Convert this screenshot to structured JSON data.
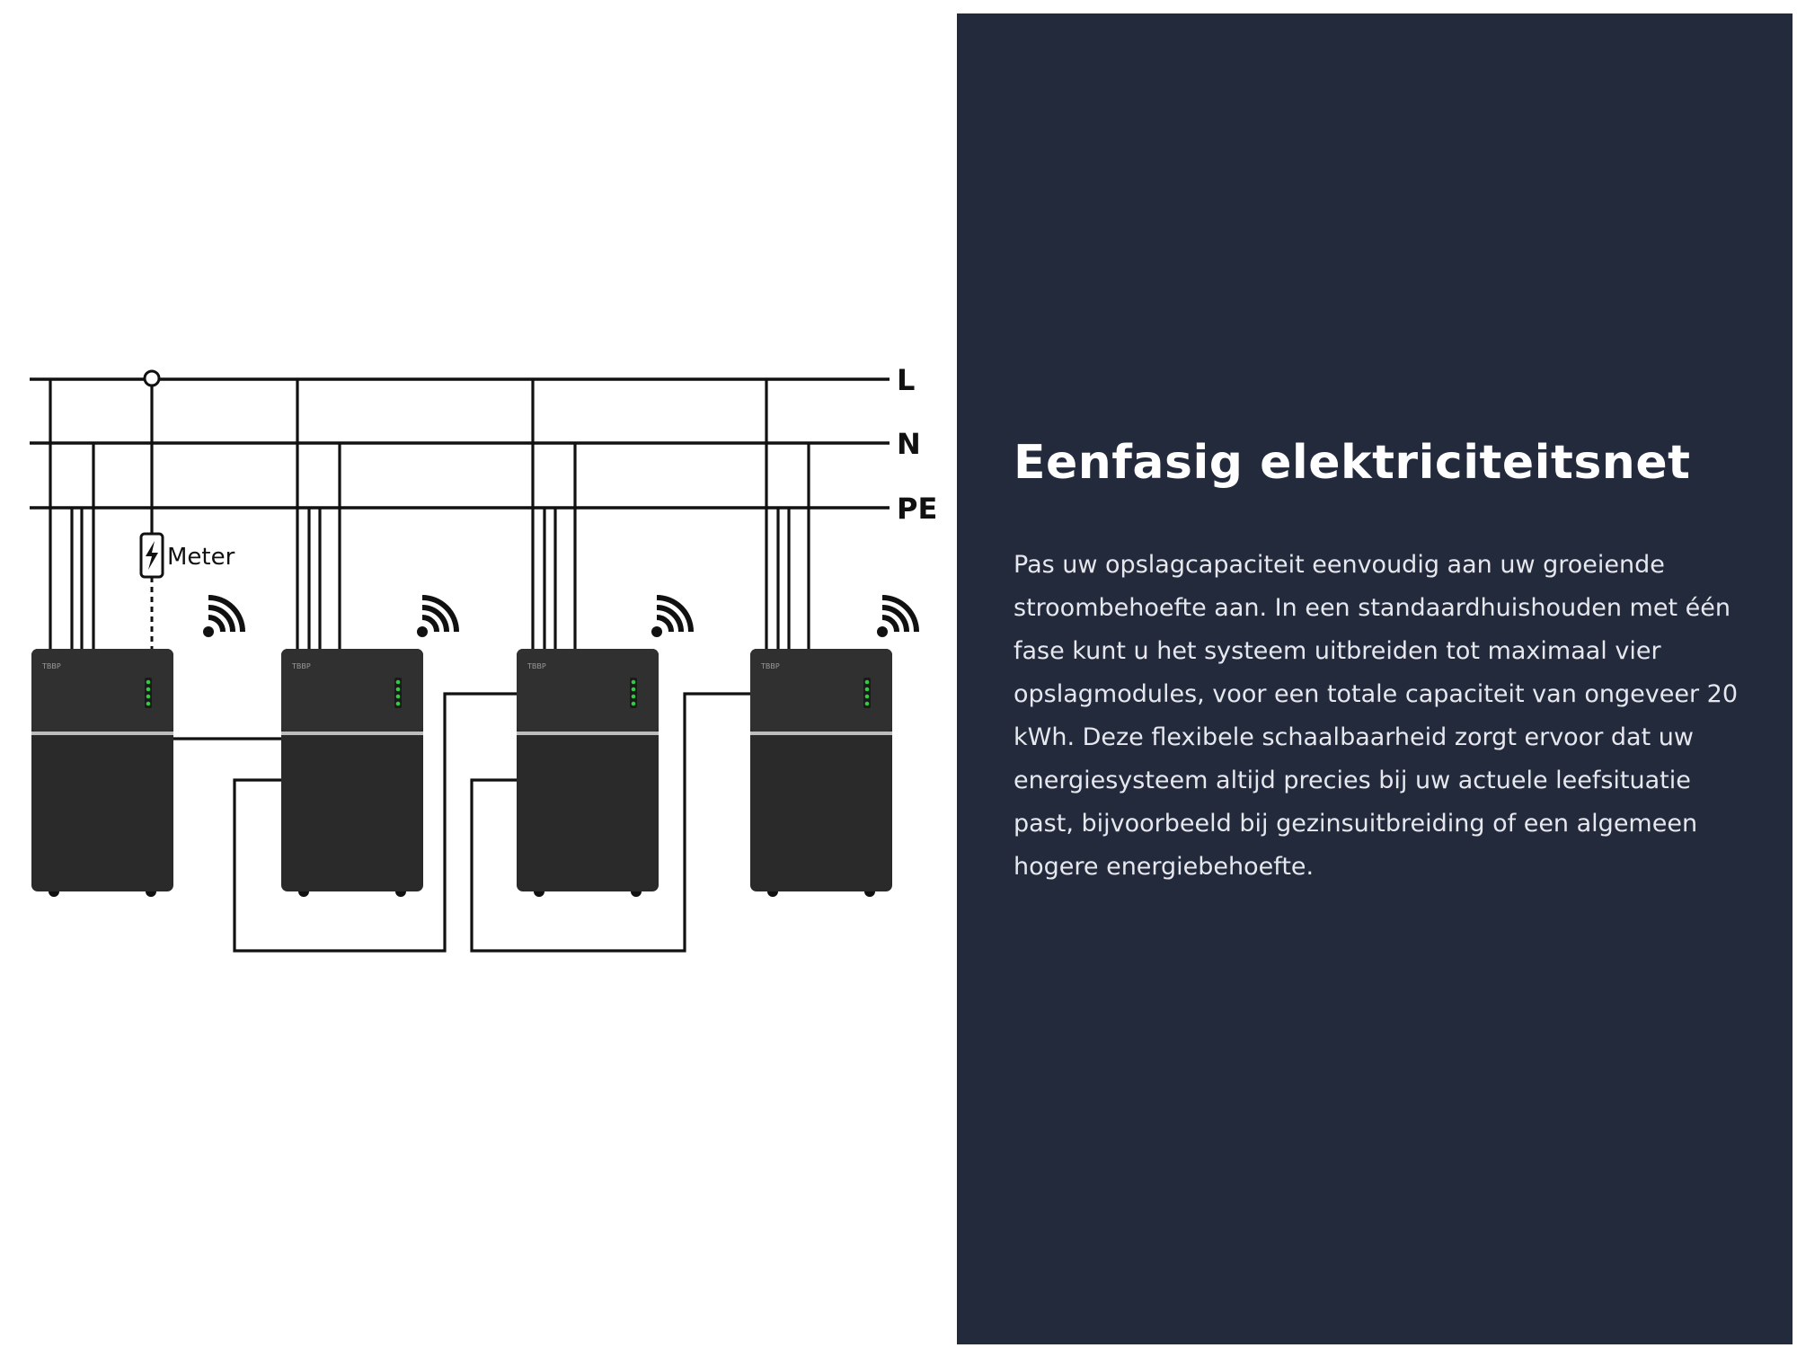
{
  "diagram": {
    "bus_lines": [
      {
        "label": "L"
      },
      {
        "label": "N"
      },
      {
        "label": "PE"
      }
    ],
    "meter": {
      "label": "Meter",
      "icon": "lightning-bolt-icon"
    },
    "battery_units": [
      {
        "brand": "TBBP",
        "status_leds": 4
      },
      {
        "brand": "TBBP",
        "status_leds": 4
      },
      {
        "brand": "TBBP",
        "status_leds": 4
      },
      {
        "brand": "TBBP",
        "status_leds": 4
      }
    ],
    "wireless_icon": "wifi-signal-icon",
    "colors": {
      "unit_body": "#2a2a2a",
      "led": "#2ecc40",
      "line": "#111111"
    }
  },
  "panel": {
    "title": "Eenfasig elektriciteitsnet",
    "body": "Pas uw opslagcapaciteit eenvoudig aan uw groeiende stroombehoefte aan. In een standaardhuishouden met één fase kunt u het systeem uitbreiden tot maximaal vier opslagmodules, voor een totale capaciteit van ongeveer 20 kWh. Deze flexibele schaalbaarheid zorgt ervoor dat uw energiesysteem altijd precies bij uw actuele leefsituatie past, bijvoorbeeld bij gezinsuitbreiding of een algemeen hogere energiebehoefte.",
    "colors": {
      "background": "#232a3c",
      "title": "#ffffff",
      "text": "#e6e8ee"
    }
  }
}
